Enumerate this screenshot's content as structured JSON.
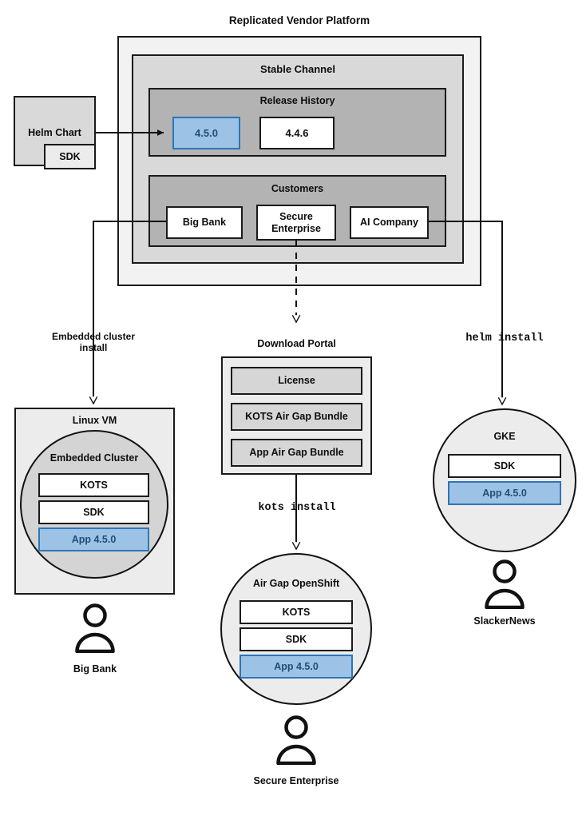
{
  "diagram": {
    "title": "Replicated Vendor Platform",
    "platform": {
      "channel_title": "Stable Channel",
      "release_history": {
        "title": "Release History",
        "releases": [
          {
            "version": "4.5.0",
            "highlighted": true
          },
          {
            "version": "4.4.6",
            "highlighted": false
          }
        ]
      },
      "customers": {
        "title": "Customers",
        "items": [
          {
            "name": "Big Bank"
          },
          {
            "name": "Secure Enterprise"
          },
          {
            "name": "AI Company"
          }
        ]
      }
    },
    "source": {
      "title": "Helm Chart",
      "sub": "SDK"
    },
    "edges": {
      "embedded_cluster_install": "Embedded cluster install",
      "kots_install": "kots install",
      "helm_install": "helm install"
    },
    "download_portal": {
      "title": "Download Portal",
      "artifacts": [
        "License",
        "KOTS Air Gap Bundle",
        "App Air Gap Bundle"
      ]
    },
    "targets": [
      {
        "id": "linux-vm",
        "title": "Linux VM",
        "inner_title": "Embedded Cluster",
        "components": [
          {
            "label": "KOTS",
            "highlighted": false
          },
          {
            "label": "SDK",
            "highlighted": false
          },
          {
            "label": "App 4.5.0",
            "highlighted": true
          }
        ],
        "customer": "Big Bank"
      },
      {
        "id": "air-gap-openshift",
        "title": "Air Gap OpenShift",
        "components": [
          {
            "label": "KOTS",
            "highlighted": false
          },
          {
            "label": "SDK",
            "highlighted": false
          },
          {
            "label": "App 4.5.0",
            "highlighted": true
          }
        ],
        "customer": "Secure Enterprise"
      },
      {
        "id": "gke",
        "title": "GKE",
        "components": [
          {
            "label": "SDK",
            "highlighted": false
          },
          {
            "label": "App 4.5.0",
            "highlighted": true
          }
        ],
        "customer": "SlackerNews"
      }
    ],
    "colors": {
      "highlight_fill": "#9cc3e5",
      "highlight_border": "#2e75b6",
      "highlight_text": "#1f4e79",
      "stroke": "#1a1a1a",
      "outer_fill": "#f2f2f2",
      "channel_fill": "#d9d9d9",
      "inner_fill": "#b3b3b3"
    }
  }
}
